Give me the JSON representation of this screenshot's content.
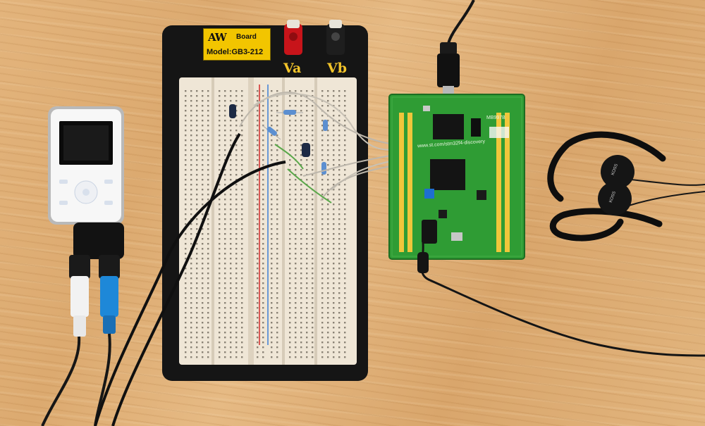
{
  "breadboard": {
    "brand_mark": "AW",
    "brand_word": "Board",
    "model": "Model:GB3-212",
    "terminal_a": "Va",
    "terminal_b": "Vb"
  },
  "discovery_board": {
    "url_text": "www.st.com/stm32f4-discovery",
    "board_id": "MB997B"
  },
  "headphones": {
    "brand": "KOSS"
  },
  "colors": {
    "desk": "#e0b27a",
    "breadboard_base": "#151515",
    "breadboard_body": "#efe6d6",
    "pcb": "#2f9c34",
    "label": "#f2c500",
    "terminal_red": "#d11a1a",
    "rail_red": "#d22a2a",
    "rail_blue": "#3d7fd6"
  }
}
